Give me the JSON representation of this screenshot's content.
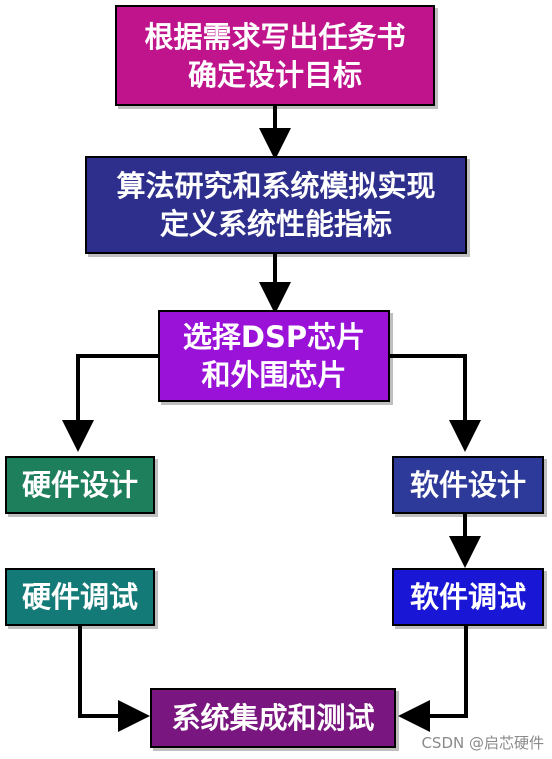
{
  "nodes": {
    "task": {
      "line1": "根据需求写出任务书",
      "line2": "确定设计目标",
      "color": "#c0148c"
    },
    "algorithm": {
      "line1": "算法研究和系统模拟实现",
      "line2": "定义系统性能指标",
      "color": "#2e2f8c"
    },
    "dsp": {
      "line1": "选择DSP芯片",
      "line2": "和外围芯片",
      "color": "#9a12d8"
    },
    "hw_design": {
      "label": "硬件设计",
      "color": "#1e7f5c"
    },
    "sw_design": {
      "label": "软件设计",
      "color": "#2e3a9a"
    },
    "hw_debug": {
      "label": "硬件调试",
      "color": "#137a78"
    },
    "sw_debug": {
      "label": "软件调试",
      "color": "#1a16d6"
    },
    "integration": {
      "label": "系统集成和测试",
      "color": "#7a1680"
    }
  },
  "watermark": "CSDN @启芯硬件"
}
